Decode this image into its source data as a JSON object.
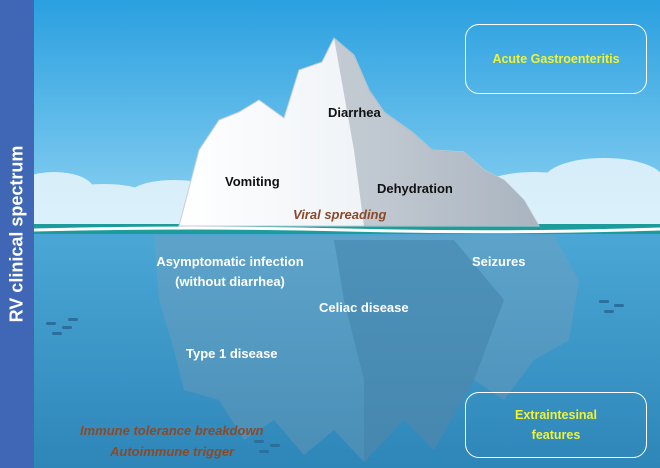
{
  "sidebar": {
    "title": "RV clinical spectrum"
  },
  "above_water": {
    "diarrhea": "Diarrhea",
    "vomiting": "Vomiting",
    "dehydration": "Dehydration",
    "viral_spreading": "Viral spreading"
  },
  "below_water": {
    "asymptomatic_line1": "Asymptomatic infection",
    "asymptomatic_line2": "(without diarrhea)",
    "seizures": "Seizures",
    "celiac": "Celiac disease",
    "type1": "Type 1 disease"
  },
  "annotations": {
    "immune_tolerance": "Immune tolerance breakdown",
    "autoimmune": "Autoimmune trigger"
  },
  "boxes": {
    "acute": "Acute Gastroenteritis",
    "extra_line1": "Extraintesinal",
    "extra_line2": "features"
  },
  "colors": {
    "sidebar": "#3f67b5",
    "sky": "#4bb0e6",
    "sea": "#3a8fc4",
    "box_text": "#f2f230",
    "annotation": "#8a4a2a"
  }
}
